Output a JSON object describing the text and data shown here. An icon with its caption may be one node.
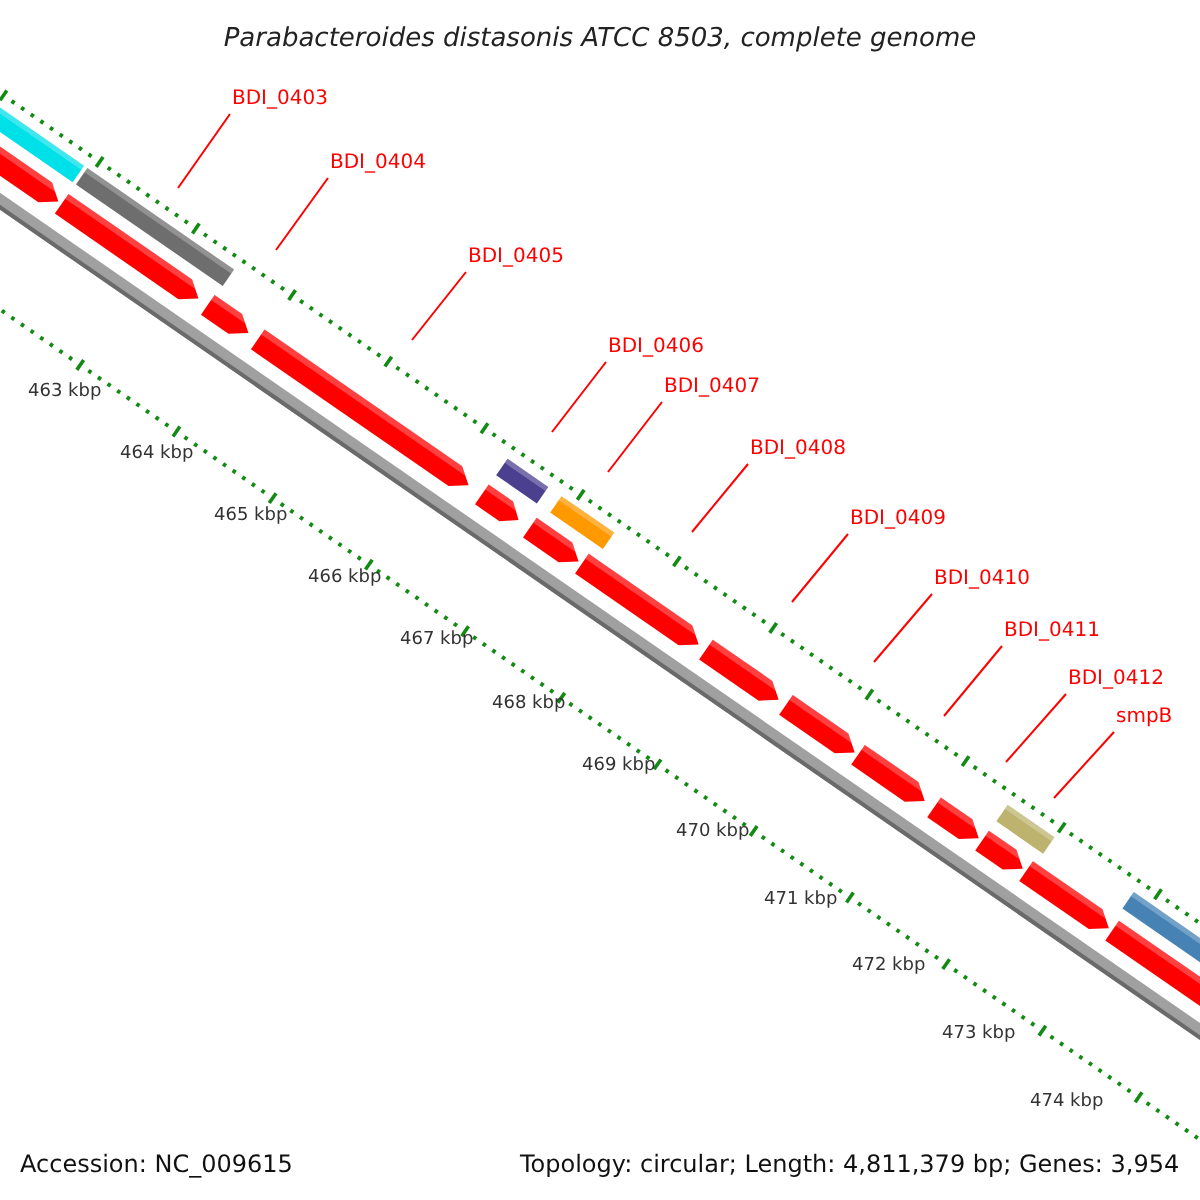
{
  "diagram": {
    "title": "Parabacteroides distasonis ATCC 8503, complete genome",
    "nodes": [
      {
        "text": [
          "BDI_0403"
        ]
      },
      {
        "text": [
          "BDI_0404"
        ]
      },
      {
        "text": [
          "BDI_0405"
        ]
      },
      {
        "text": [
          "BDI_0406"
        ]
      },
      {
        "text": [
          "BDI_0407"
        ]
      },
      {
        "text": [
          "BDI_0408"
        ]
      },
      {
        "text": [
          "BDI_0409"
        ]
      },
      {
        "text": [
          "BDI_0410"
        ]
      },
      {
        "text": [
          "BDI_0411"
        ]
      },
      {
        "text": [
          "BDI_0412"
        ]
      },
      {
        "text": [
          "smpB"
        ]
      }
    ],
    "edges": [
      {
        "from": 0,
        "to": null,
        "arrow": "none"
      },
      {
        "from": 1,
        "to": null,
        "arrow": "none"
      },
      {
        "from": 2,
        "to": null,
        "arrow": "none"
      },
      {
        "from": 3,
        "to": null,
        "arrow": "none"
      },
      {
        "from": 4,
        "to": null,
        "arrow": "none"
      },
      {
        "from": 5,
        "to": null,
        "arrow": "none"
      },
      {
        "from": 6,
        "to": null,
        "arrow": "none"
      },
      {
        "from": 7,
        "to": null,
        "arrow": "none"
      },
      {
        "from": 8,
        "to": null,
        "arrow": "none"
      },
      {
        "from": 9,
        "to": null,
        "arrow": "none"
      },
      {
        "from": 10,
        "to": null,
        "arrow": "none"
      }
    ],
    "labels": [
      "463 kbp",
      "464 kbp",
      "465 kbp",
      "466 kbp",
      "467 kbp",
      "468 kbp",
      "469 kbp",
      "470 kbp",
      "471 kbp",
      "472 kbp",
      "473 kbp",
      "474 kbp",
      "Accession: NC_009615",
      "Topology: circular; Length: 4,811,379 bp; Genes: 3,954"
    ]
  }
}
